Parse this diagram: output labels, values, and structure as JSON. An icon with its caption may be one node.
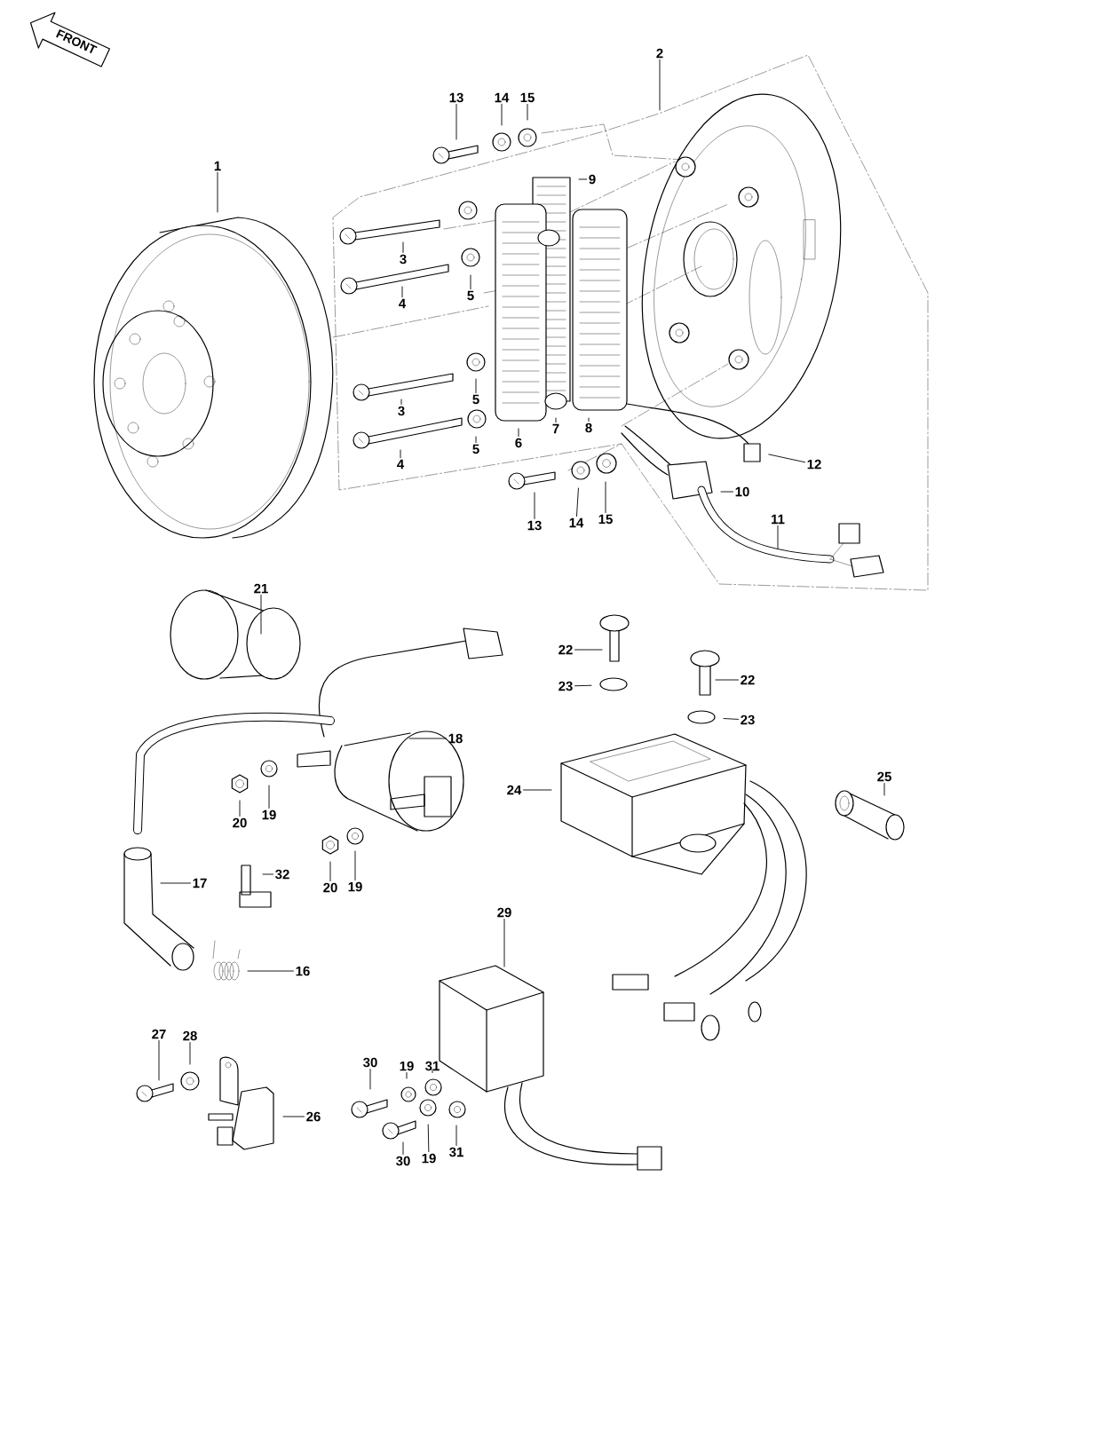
{
  "diagram": {
    "nodes": [
      {
        "text": [
          "2"
        ]
      },
      {
        "text": [
          "13"
        ]
      },
      {
        "text": [
          "14"
        ]
      },
      {
        "text": [
          "15"
        ]
      },
      {
        "text": [
          "1"
        ]
      },
      {
        "text": [
          "9"
        ]
      },
      {
        "text": [
          "3"
        ]
      },
      {
        "text": [
          "5"
        ]
      },
      {
        "text": [
          "4"
        ]
      },
      {
        "text": [
          "5"
        ]
      },
      {
        "text": [
          "3"
        ]
      },
      {
        "text": [
          "7"
        ]
      },
      {
        "text": [
          "8"
        ]
      },
      {
        "text": [
          "6"
        ]
      },
      {
        "text": [
          "5"
        ]
      },
      {
        "text": [
          "12"
        ]
      },
      {
        "text": [
          "4"
        ]
      },
      {
        "text": [
          "10"
        ]
      },
      {
        "text": [
          "15"
        ]
      },
      {
        "text": [
          "14"
        ]
      },
      {
        "text": [
          "13"
        ]
      },
      {
        "text": [
          "11"
        ]
      },
      {
        "text": [
          "21"
        ]
      },
      {
        "text": [
          "22"
        ]
      },
      {
        "text": [
          "23"
        ]
      },
      {
        "text": [
          "22"
        ]
      },
      {
        "text": [
          "23"
        ]
      },
      {
        "text": [
          "18"
        ]
      },
      {
        "text": [
          "24"
        ]
      },
      {
        "text": [
          "25"
        ]
      },
      {
        "text": [
          "19"
        ]
      },
      {
        "text": [
          "20"
        ]
      },
      {
        "text": [
          "32"
        ]
      },
      {
        "text": [
          "17"
        ]
      },
      {
        "text": [
          "20"
        ]
      },
      {
        "text": [
          "19"
        ]
      },
      {
        "text": [
          "29"
        ]
      },
      {
        "text": [
          "16"
        ]
      },
      {
        "text": [
          "27"
        ]
      },
      {
        "text": [
          "28"
        ]
      },
      {
        "text": [
          "30"
        ]
      },
      {
        "text": [
          "19"
        ]
      },
      {
        "text": [
          "31"
        ]
      },
      {
        "text": [
          "26"
        ]
      },
      {
        "text": [
          "31"
        ]
      },
      {
        "text": [
          "19"
        ]
      },
      {
        "text": [
          "30"
        ]
      }
    ],
    "edges": [
      {
        "from": 0,
        "to": null,
        "arrow": "none"
      },
      {
        "from": 1,
        "to": null,
        "arrow": "none"
      },
      {
        "from": 2,
        "to": null,
        "arrow": "none"
      },
      {
        "from": 3,
        "to": null,
        "arrow": "none"
      },
      {
        "from": 4,
        "to": null,
        "arrow": "none"
      },
      {
        "from": 5,
        "to": null,
        "arrow": "none"
      },
      {
        "from": 6,
        "to": null,
        "arrow": "none"
      },
      {
        "from": 7,
        "to": null,
        "arrow": "none"
      },
      {
        "from": 8,
        "to": null,
        "arrow": "none"
      },
      {
        "from": 9,
        "to": null,
        "arrow": "none"
      },
      {
        "from": 10,
        "to": null,
        "arrow": "none"
      },
      {
        "from": 11,
        "to": null,
        "arrow": "none"
      },
      {
        "from": 12,
        "to": null,
        "arrow": "none"
      },
      {
        "from": 13,
        "to": null,
        "arrow": "none"
      },
      {
        "from": 14,
        "to": null,
        "arrow": "none"
      },
      {
        "from": 15,
        "to": null,
        "arrow": "none"
      },
      {
        "from": 16,
        "to": null,
        "arrow": "none"
      },
      {
        "from": 17,
        "to": null,
        "arrow": "none"
      },
      {
        "from": 18,
        "to": null,
        "arrow": "none"
      },
      {
        "from": 19,
        "to": null,
        "arrow": "none"
      },
      {
        "from": 20,
        "to": null,
        "arrow": "none"
      },
      {
        "from": 21,
        "to": null,
        "arrow": "none"
      },
      {
        "from": 22,
        "to": null,
        "arrow": "none"
      },
      {
        "from": 23,
        "to": null,
        "arrow": "none"
      },
      {
        "from": 24,
        "to": null,
        "arrow": "none"
      },
      {
        "from": 25,
        "to": null,
        "arrow": "none"
      },
      {
        "from": 26,
        "to": null,
        "arrow": "none"
      },
      {
        "from": 27,
        "to": null,
        "arrow": "none"
      },
      {
        "from": 28,
        "to": null,
        "arrow": "none"
      },
      {
        "from": 29,
        "to": null,
        "arrow": "none"
      },
      {
        "from": 30,
        "to": null,
        "arrow": "none"
      },
      {
        "from": 31,
        "to": null,
        "arrow": "none"
      },
      {
        "from": 32,
        "to": null,
        "arrow": "none"
      },
      {
        "from": 33,
        "to": null,
        "arrow": "none"
      },
      {
        "from": 34,
        "to": null,
        "arrow": "none"
      },
      {
        "from": 35,
        "to": null,
        "arrow": "none"
      },
      {
        "from": 36,
        "to": null,
        "arrow": "none"
      },
      {
        "from": 37,
        "to": null,
        "arrow": "none"
      },
      {
        "from": 38,
        "to": null,
        "arrow": "none"
      },
      {
        "from": 39,
        "to": null,
        "arrow": "none"
      },
      {
        "from": 40,
        "to": null,
        "arrow": "none"
      },
      {
        "from": 41,
        "to": null,
        "arrow": "none"
      },
      {
        "from": 42,
        "to": null,
        "arrow": "none"
      },
      {
        "from": 43,
        "to": null,
        "arrow": "none"
      },
      {
        "from": 44,
        "to": null,
        "arrow": "none"
      },
      {
        "from": 45,
        "to": null,
        "arrow": "none"
      },
      {
        "from": 46,
        "to": null,
        "arrow": "none"
      }
    ],
    "labels": [
      "FRONT"
    ]
  }
}
